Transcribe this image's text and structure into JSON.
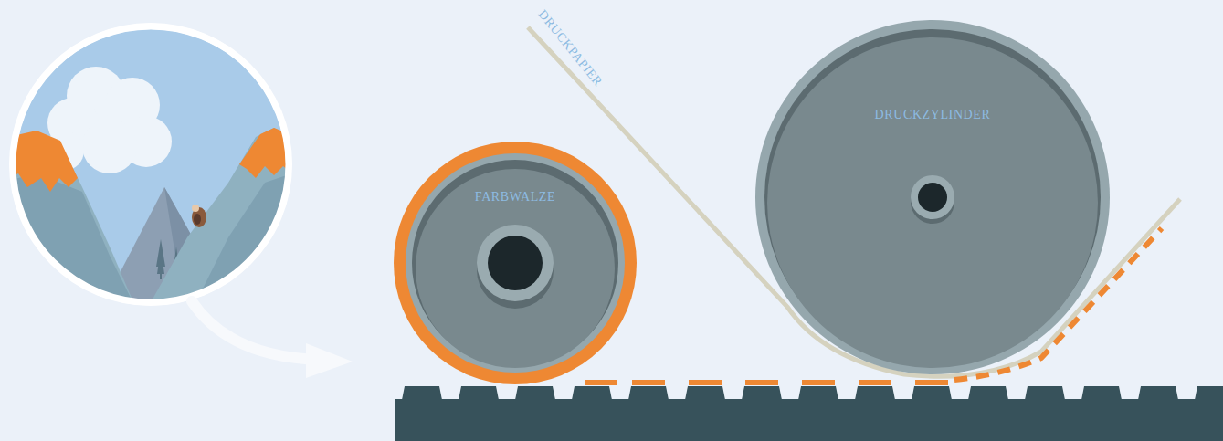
{
  "diagram": {
    "nodes": [
      {
        "text": [
          "FARBWALZE"
        ]
      },
      {
        "text": [
          "DRUCKZYLINDER"
        ]
      }
    ],
    "labels": [
      "DRUCKPAPIER"
    ]
  }
}
